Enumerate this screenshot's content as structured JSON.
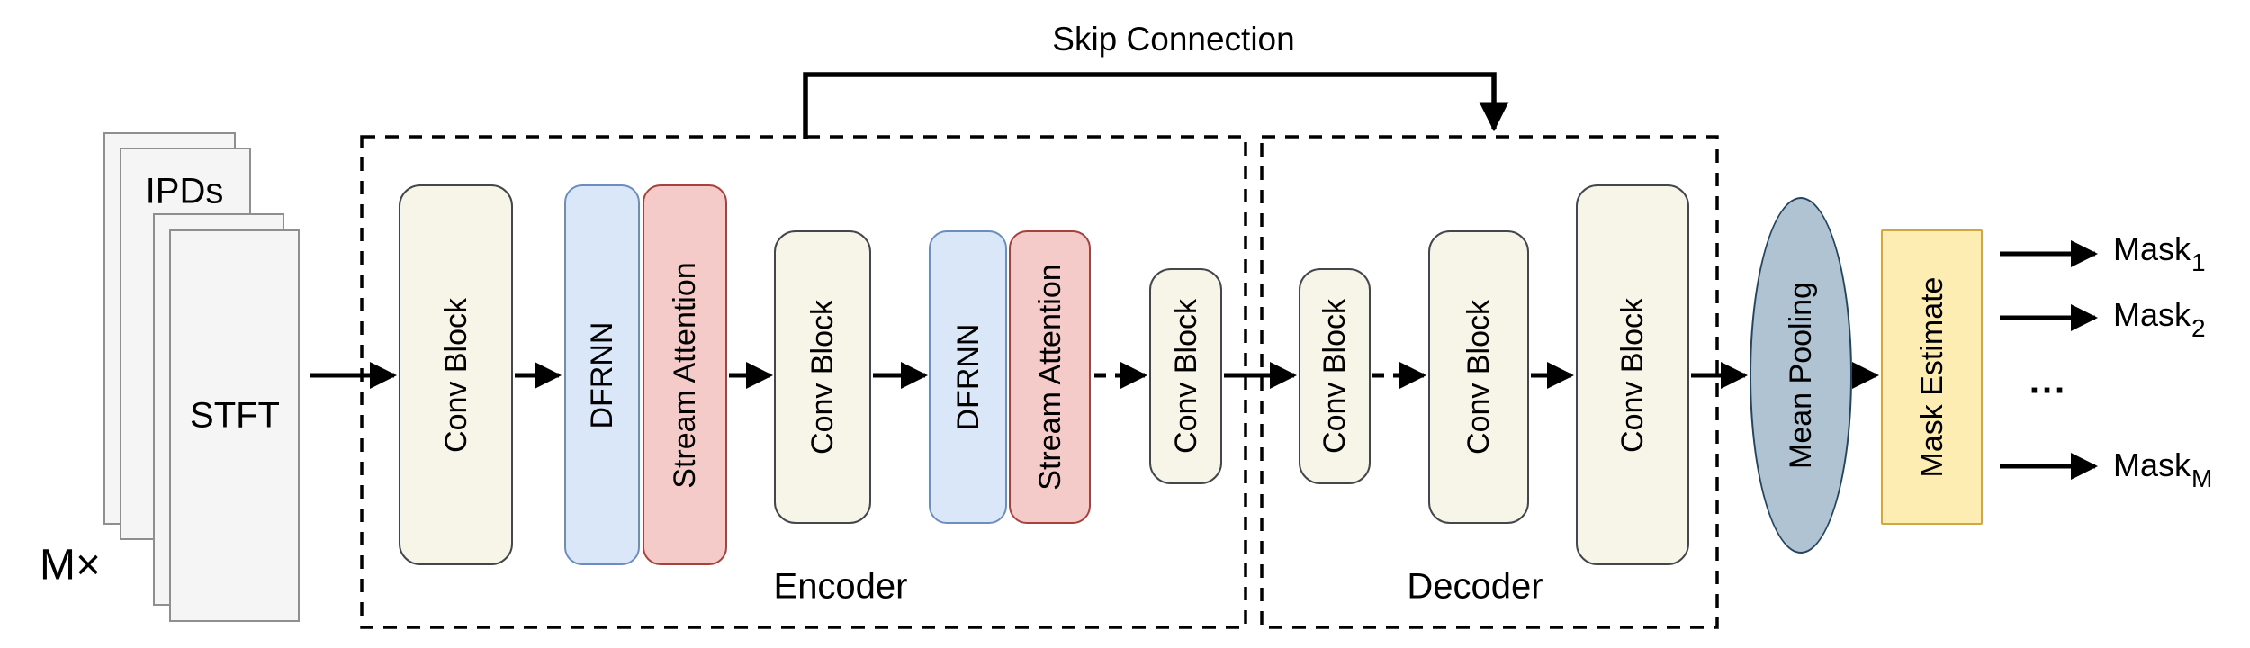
{
  "diagram": {
    "skip_connection_label": "Skip Connection",
    "input": {
      "multiplier_label": "M×",
      "back_stack_label": "IPDs",
      "front_stack_label": "STFT"
    },
    "encoder": {
      "label": "Encoder",
      "blocks": [
        "Conv Block",
        "DFRNN",
        "Stream Attention",
        "Conv Block",
        "DFRNN",
        "Stream Attention",
        "Conv Block"
      ]
    },
    "decoder": {
      "label": "Decoder",
      "blocks": [
        "Conv Block",
        "Conv Block",
        "Conv Block"
      ]
    },
    "pooling": {
      "label": "Mean Pooling"
    },
    "mask_estimate": {
      "label": "Mask Estimate"
    },
    "outputs": {
      "ellipsis": "...",
      "masks": [
        {
          "base": "Mask",
          "sub": "1"
        },
        {
          "base": "Mask",
          "sub": "2"
        },
        {
          "base": "Mask",
          "sub": "M"
        }
      ]
    },
    "colors": {
      "conv_block_fill": "#f7f4e8",
      "conv_block_border": "#43464b",
      "dfrnn_fill": "#d9e7f8",
      "dfrnn_border": "#6c8ebf",
      "stream_attention_fill": "#f4cbc9",
      "stream_attention_border": "#a6413c",
      "mean_pooling_fill": "#afc3d3",
      "mean_pooling_border": "#24455f",
      "mask_estimate_fill": "#feedb3",
      "mask_estimate_border": "#cfa843",
      "sheet_fill": "#f5f5f5",
      "line_color": "#000000"
    }
  }
}
